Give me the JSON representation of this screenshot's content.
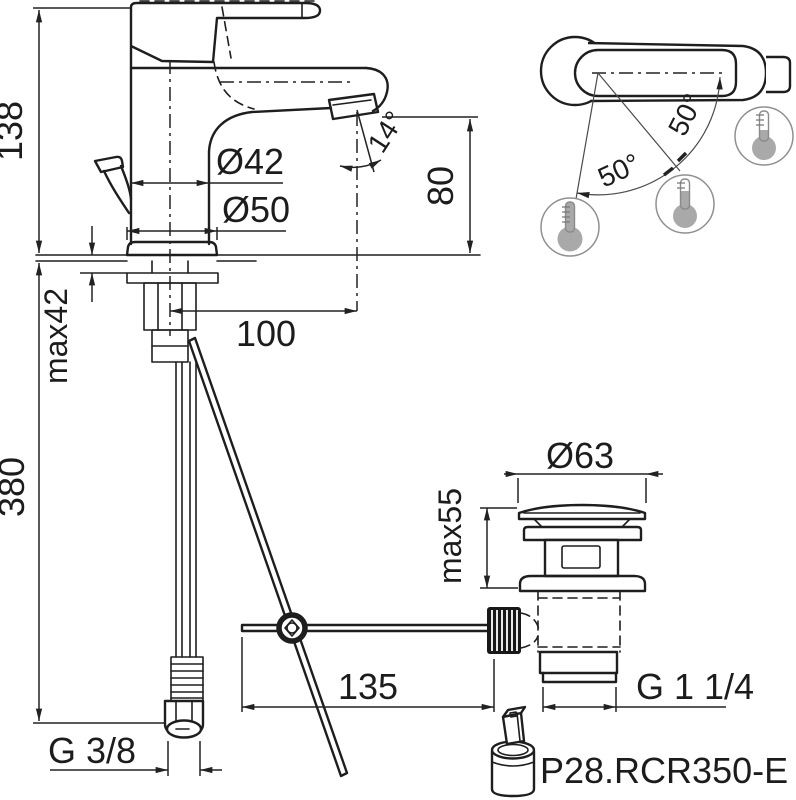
{
  "colors": {
    "line": "#1e1e1e",
    "dimension_line": "#222222",
    "thermometer_fill": "#a9a9a9",
    "thermometer_ring": "#909090",
    "knurled_knob_fill": "#181818",
    "background": "#ffffff"
  },
  "front_view": {
    "description": "basin-mixer-front-elevation",
    "dimensions": {
      "height": "138",
      "spout_height": "80",
      "spout_reach": "100",
      "spray_angle": "14°",
      "body_diameter": "Ø42",
      "base_diameter": "Ø50",
      "max_deck_thickness": "max42",
      "supply_hose_length": "380",
      "supply_thread": "G 3/8"
    }
  },
  "top_view": {
    "description": "handle-rotation-plan-view",
    "angles": {
      "sector_1": "50°",
      "sector_2": "50°"
    },
    "icons": [
      "thermometer-hot-icon",
      "thermometer-warm-icon",
      "thermometer-cold-icon"
    ]
  },
  "drain_view": {
    "description": "pop-up-waste-elevation",
    "dimensions": {
      "plug_diameter": "Ø63",
      "max_basin_thickness": "max55",
      "rod_length": "135",
      "waste_thread": "G 1 1/4"
    },
    "cartridge_code": "P28.RCR350-E"
  }
}
